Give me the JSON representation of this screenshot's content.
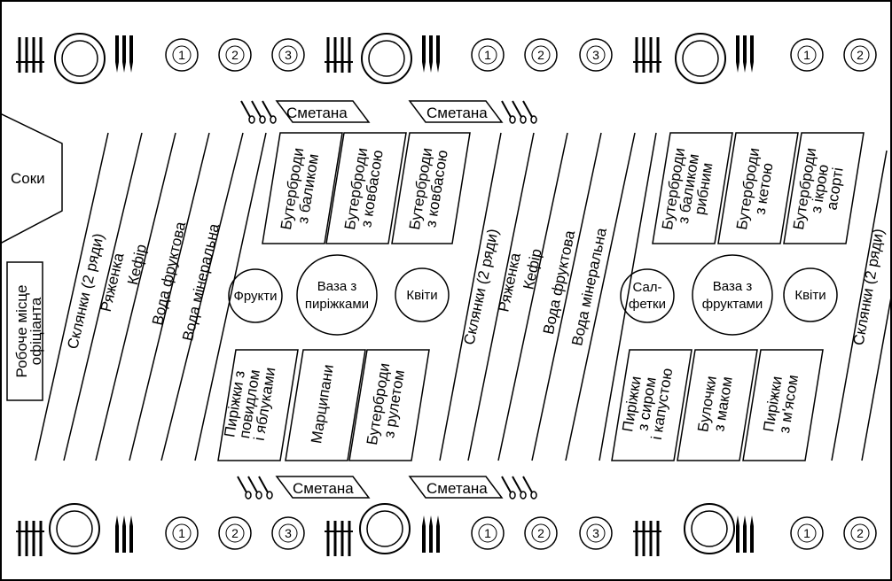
{
  "labels": {
    "soky": "Соки",
    "workplace_line1": "Робоче місце",
    "workplace_line2": "офіціанта",
    "smetana": "Сметана",
    "drink_lines": [
      "Склянки (2 ряди)",
      "Ряженка",
      "Кефір",
      "Вода фруктова",
      "Вода мінеральна"
    ],
    "glasses_right": "Склянки (2 ряди)",
    "sandwiches_balyk": [
      "Бутерброди",
      "з баликом"
    ],
    "sandwiches_kovbasa": [
      "Бутерброди",
      "з ковбасою"
    ],
    "fruits": "Фрукти",
    "vase_pies": [
      "Ваза з",
      "пиріжками"
    ],
    "flowers": "Квіти",
    "pies_apples": [
      "Пиріжки з",
      "повидлом",
      "і яблуками"
    ],
    "marzipan": "Марципани",
    "sandwiches_roll": [
      "Бутерброди",
      "з рулетом"
    ],
    "sandwiches_fish": [
      "Бутерброди",
      "з баликом",
      "рибним"
    ],
    "sandwiches_keta": [
      "Бутерброди",
      "з кетою"
    ],
    "sandwiches_caviar": [
      "Бутерброди",
      "з ікрою",
      "асорті"
    ],
    "napkins": [
      "Сал-",
      "фетки"
    ],
    "vase_fruits": [
      "Ваза з",
      "фруктами"
    ],
    "pies_cheese": [
      "Пиріжки",
      "з сиром",
      "і капустою"
    ],
    "buns_poppy": [
      "Булочки",
      "з маком"
    ],
    "pies_meat": [
      "Пиріжки",
      "з м'ясом"
    ]
  },
  "glass_numbers": [
    "1",
    "2",
    "3"
  ]
}
